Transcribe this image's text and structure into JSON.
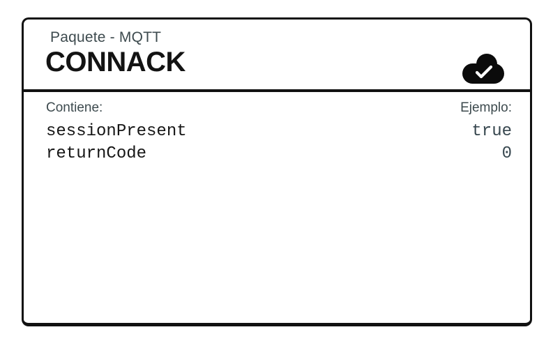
{
  "card": {
    "header": {
      "kicker": "Paquete - MQTT",
      "title": "CONNACK",
      "icon": "cloud-check-icon"
    },
    "body": {
      "contains_label": "Contiene:",
      "example_label": "Ejemplo:",
      "fields": [
        {
          "name": "sessionPresent",
          "example": "true"
        },
        {
          "name": "returnCode",
          "example": "0"
        }
      ]
    },
    "colors": {
      "card_border": "#111111",
      "kicker_text": "#3d4a4e",
      "title_text": "#131313",
      "label_text": "#3d4a4e",
      "field_name_text": "#161616",
      "field_value_text": "#37474f",
      "icon_fill": "#0b0b0b",
      "icon_check": "#ffffff",
      "background": "#ffffff"
    }
  }
}
